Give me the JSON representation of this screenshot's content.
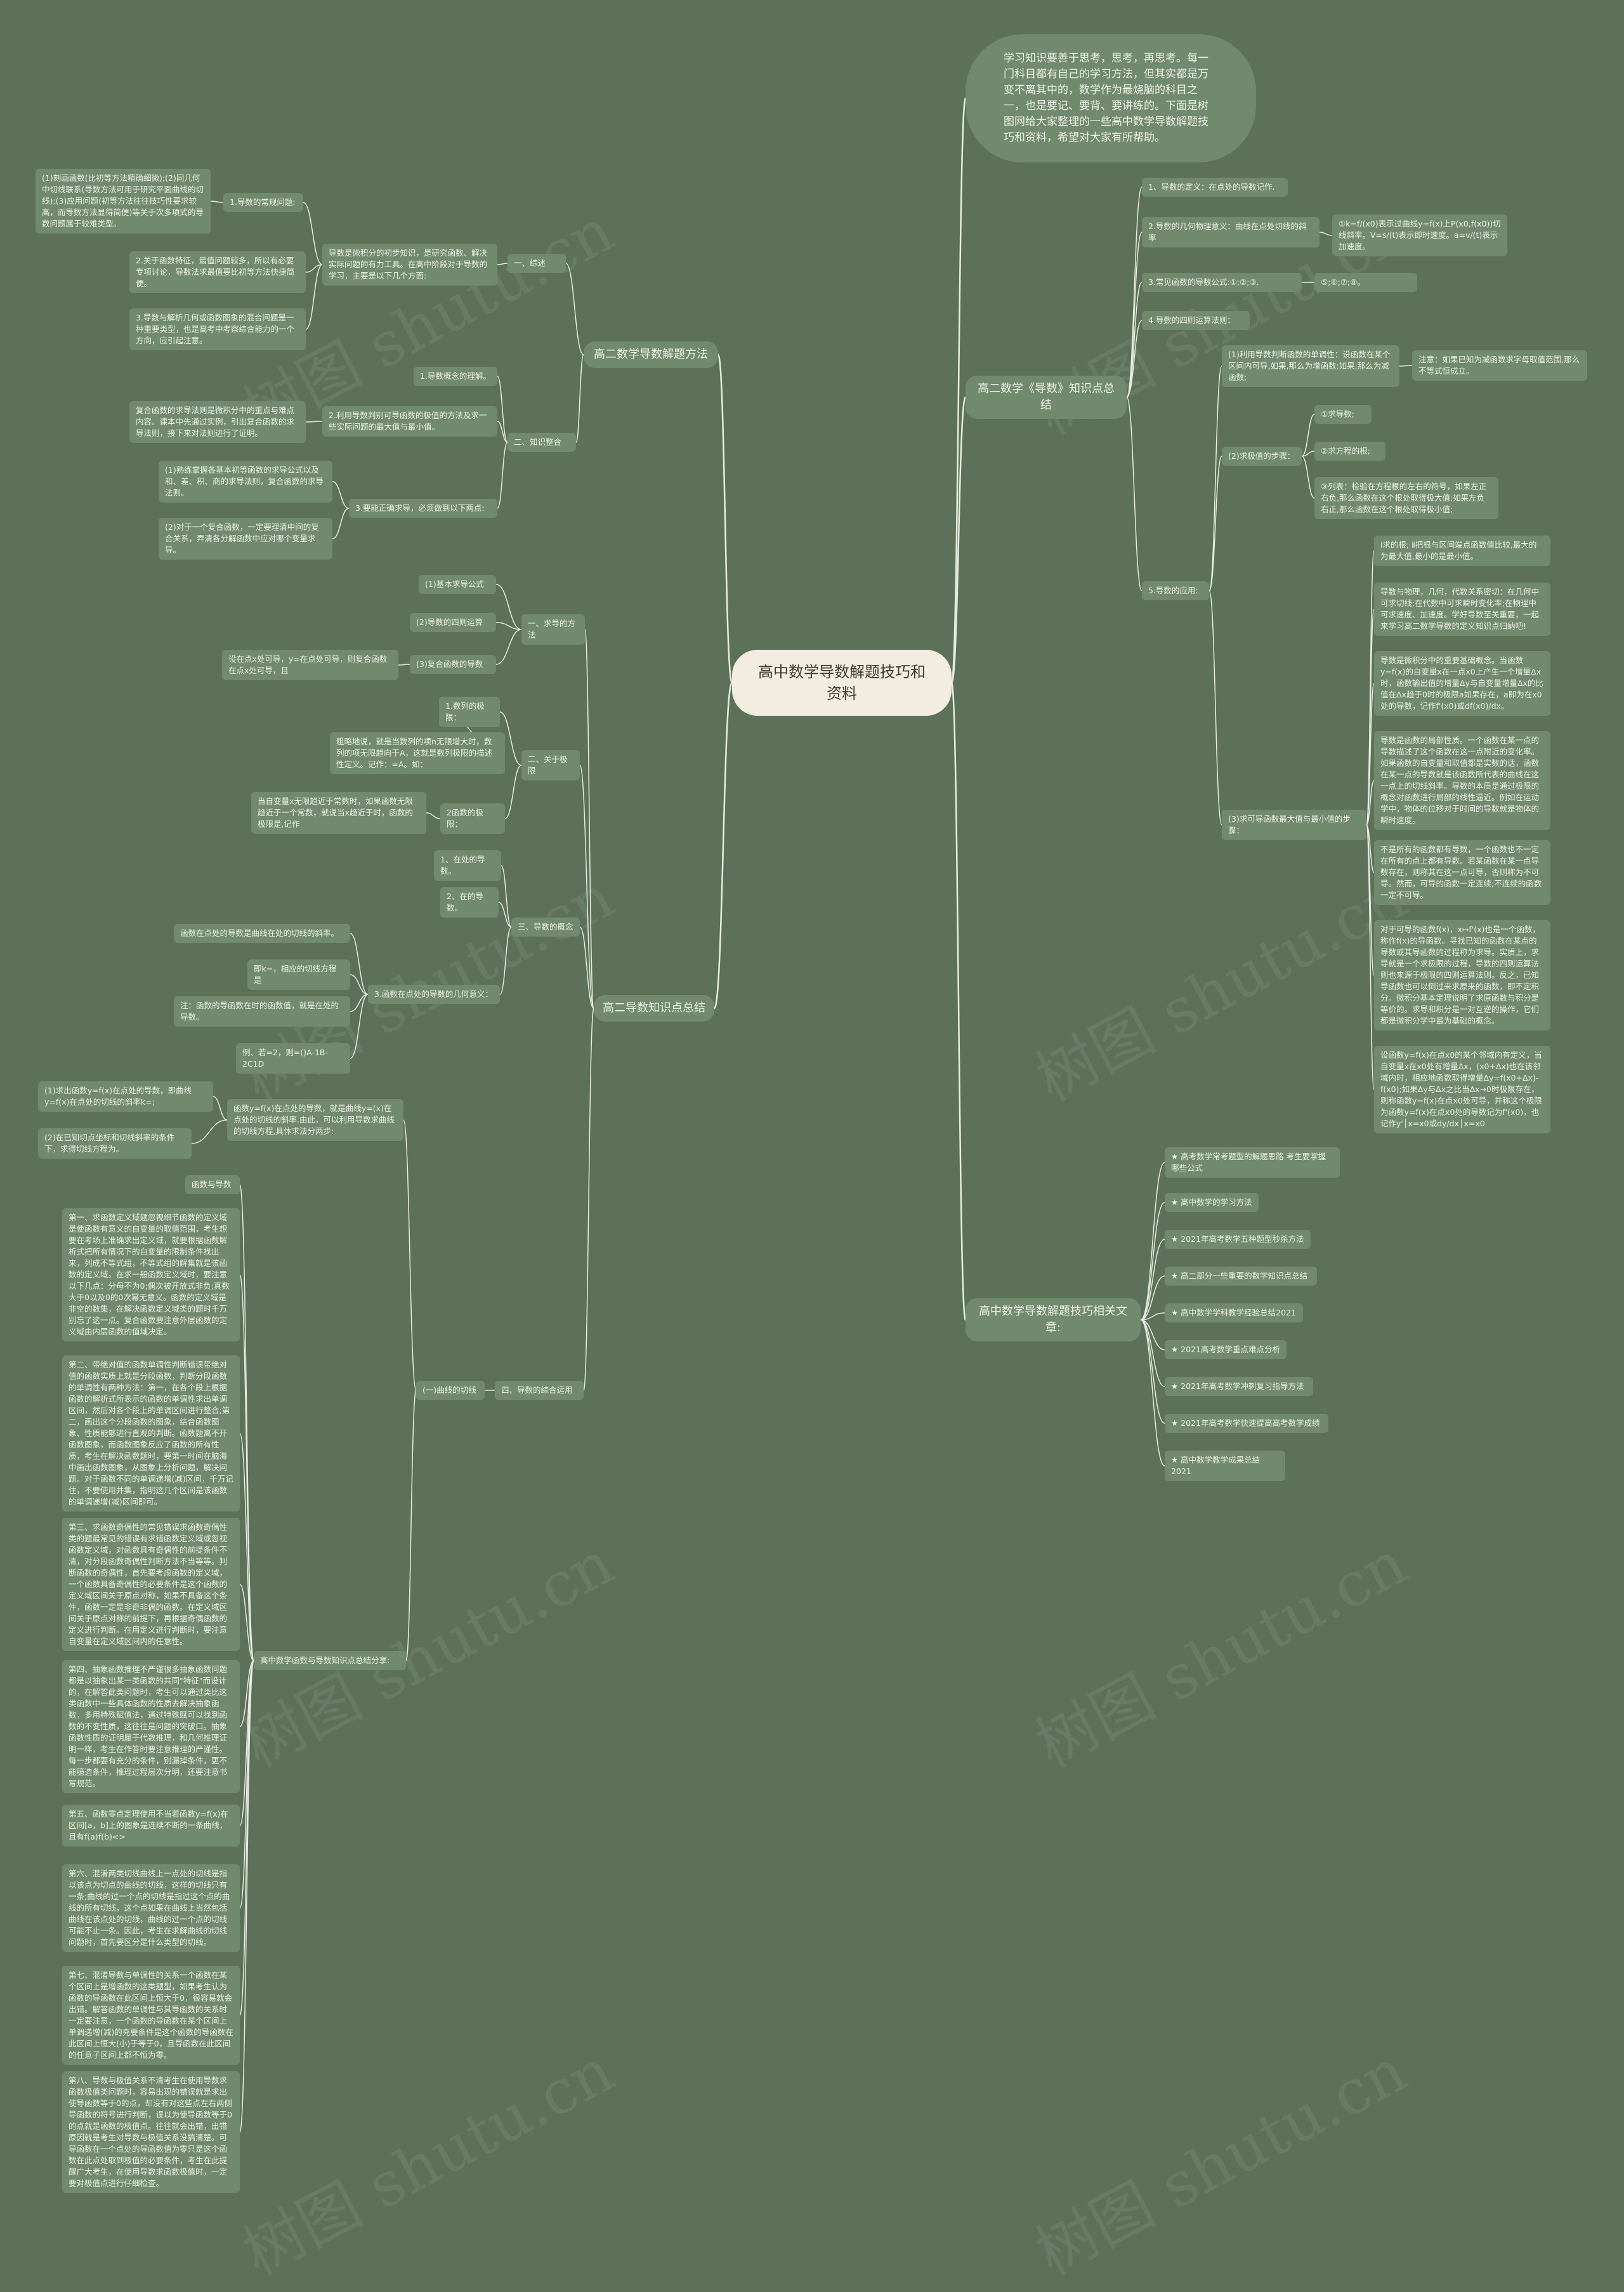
{
  "root": "高中数学导数解题技巧和资料",
  "intro": "学习知识要善于思考，思考，再思考。每一门科目都有自己的学习方法，但其实都是万变不离其中的，数学作为最烧脑的科目之一，也是要记、要背、要讲练的。下面是树图网给大家整理的一些高中数学导数解题技巧和资料，希望对大家有所帮助。",
  "watermark": "树图 shutu.cn",
  "right": {
    "summary": {
      "label": "高二数学《导数》知识点总结",
      "def1": "1、导数的定义：在点处的导数记作.",
      "geo": "2.导数的几何物理意义：曲线在点处切线的斜率",
      "geo_note": "①k=f/(x0)表示过曲线y=f(x)上P(x0,f(x0))切线斜率。V=s/(t)表示即时速度。a=v/(t)表示加速度。",
      "formula": "3.常见函数的导数公式:①;②;③.",
      "formula_note": "⑤;⑥;⑦;⑧。",
      "rules": "4.导数的四则运算法则：",
      "app": "5.导数的应用:",
      "mono": "(1)利用导数判断函数的单调性：设函数在某个区间内可导,如果,那么为增函数;如果,那么为减函数;",
      "mono_note": "注意：如果已知为减函数求字母取值范围,那么不等式恒成立。",
      "extreme": "(2)求极值的步骤：",
      "ext1": "①求导数;",
      "ext2": "②求方程的根;",
      "ext3": "③列表：检验在方程根的左右的符号，如果左正右负,那么函数在这个根处取得极大值;如果左负右正,那么函数在这个根处取得极小值;",
      "maxmin": "(3)求可导函数最大值与最小值的步骤：",
      "mm1": "ⅰ求的根; ⅱ把根与区间端点函数值比较,最大的为最大值,最小的是最小值。",
      "mm2": "导数与物理，几何，代数关系密切：在几何中可求切线;在代数中可求瞬时变化率;在物理中可求速度、加速度。学好导数至关重要，一起来学习高二数学导数的定义知识点归纳吧!",
      "mm3": "导数是微积分中的重要基础概念。当函数y=f(x)的自变量x在一点x0上产生一个增量Δx时，函数输出值的增量Δy与自变量增量Δx的比值在Δx趋于0时的极限a如果存在，a即为在x0处的导数，记作f'(x0)或df(x0)/dx。",
      "mm4": "导数是函数的局部性质。一个函数在某一点的导数描述了这个函数在这一点附近的变化率。如果函数的自变量和取值都是实数的话，函数在某一点的导数就是该函数所代表的曲线在这一点上的切线斜率。导数的本质是通过极限的概念对函数进行局部的线性逼近。例如在运动学中，物体的位移对于时间的导数就是物体的瞬时速度。",
      "mm5": "不是所有的函数都有导数，一个函数也不一定在所有的点上都有导数。若某函数在某一点导数存在，则称其在这一点可导，否则称为不可导。然而，可导的函数一定连续;不连续的函数一定不可导。",
      "mm6": "对于可导的函数f(x)，x↦f'(x)也是一个函数，称作f(x)的导函数。寻找已知的函数在某点的导数或其导函数的过程称为求导。实质上，求导就是一个求极限的过程，导数的四则运算法则也来源于极限的四则运算法则。反之，已知导函数也可以倒过来求原来的函数，即不定积分。微积分基本定理说明了求原函数与积分是等价的。求导和积分是一对互逆的操作，它们都是微积分学中最为基础的概念。",
      "mm7": "设函数y=f(x)在点x0的某个邻域内有定义，当自变量x在x0处有增量Δx，(x0+Δx)也在该邻域内时，相应地函数取得增量Δy=f(x0+Δx)-f(x0);如果Δy与Δx之比当Δx→0时极限存在，则称函数y=f(x)在点x0处可导，并称这个极限为函数y=f(x)在点x0处的导数记为f'(x0)，也记作y'│x=x0或dy/dx│x=x0"
    },
    "related": {
      "label": "高中数学导数解题技巧相关文章:",
      "items": [
        "★ 高考数学常考题型的解题思路 考生要掌握哪些公式",
        "★ 高中数学的学习方法",
        "★ 2021年高考数学五种题型秒杀方法",
        "★ 高二部分一些重要的数学知识点总结",
        "★ 高中数学学科教学经验总结2021",
        "★ 2021高考数学重点难点分析",
        "★ 2021年高考数学冲刺复习指导方法",
        "★ 2021年高考数学快速提高高考数学成绩",
        "★ 高中数学教学成果总结2021"
      ]
    }
  },
  "left": {
    "methods": {
      "label": "高二数学导数解题方法",
      "overview": {
        "label": "一、综述",
        "desc": "导数是微积分的初步知识，是研究函数、解决实际问题的有力工具。在高中阶段对于导数的学习，主要是以下几个方面:",
        "q1": "1.导数的常规问题:",
        "q1_note": "(1)刻画函数(比初等方法精确细微);(2)同几何中切线联系(导数方法可用于研究平面曲线的切线);(3)应用问题(初等方法往往技巧性要求较高，而导数方法显得简便)等关于次多项式的导数问题属于较难类型。",
        "q2": "2.关于函数特征，最值问题较多，所以有必要专项讨论，导数法求最值要比初等方法快捷简便。",
        "q3": "3.导数与解析几何或函数图象的混合问题是一种重要类型，也是高考中考察综合能力的一个方向，应引起注意。"
      },
      "integration": {
        "label": "二、知识整合",
        "k1": "1.导数概念的理解。",
        "k2": "2.利用导数判别可导函数的极值的方法及求一些实际问题的最大值与最小值。",
        "k2_note": "复合函数的求导法则是微积分中的重点与难点内容。课本中先通过实例，引出复合函数的求导法则，接下来对法则进行了证明。",
        "k3": "3.要能正确求导，必须做到以下两点:",
        "k3a": "(1)熟练掌握各基本初等函数的求导公式以及和、差、积、商的求导法则，复合函数的求导法则。",
        "k3b": "(2)对于一个复合函数，一定要理清中间的复合关系，弄清各分解函数中应对哪个变量求导。"
      }
    },
    "knowledge": {
      "label": "高二导数知识点总结",
      "rules": {
        "label": "一、求导的方法",
        "r1": "(1)基本求导公式",
        "r2": "(2)导数的四则运算",
        "r3": "(3)复合函数的导数",
        "r3_note": "设在点x处可导，y=在点处可导，则复合函数在点x处可导，且"
      },
      "limit": {
        "label": "二、关于极限",
        "l1": "1.数列的极限：",
        "l1_note": "粗略地说，就是当数列的项n无限增大时，数列的项无限趋向于A，这就是数列极限的描述性定义。记作：=A。如：",
        "l2": "2函数的极限：",
        "l2_note": "当自变量x无限趋近于常数时，如果函数无限趋近于一个常数，就说当x趋近于时，函数的极限是,记作"
      },
      "concept": {
        "label": "三、导数的概念",
        "c1": "1、在处的导数。",
        "c2": "2、在的导数。",
        "c3": "3.函数在点处的导数的几何意义：",
        "c3a": "函数在点处的导数是曲线在处的切线的斜率。",
        "c3b": "即k=，相应的切线方程是",
        "c3c": "注：函数的导函数在时的函数值，就是在处的导数。",
        "c3d": "例、若=2，则=()A-1B-2C1D"
      },
      "application": {
        "label": "四、导数的综合运用",
        "tangent": "(一)曲线的切线",
        "tangent_desc": "函数y=f(x)在点处的导数，就是曲线y=(x)在点处的切线的斜率.由此，可以利用导数求曲线的切线方程,具体求法分两步:",
        "t1": "(1)求出函数y=f(x)在点处的导数，即曲线y=f(x)在点处的切线的斜率k=;",
        "t2": "(2)在已知切点坐标和切线斜率的条件下，求得切线方程为。"
      },
      "summary": {
        "label": "高中数学函数与导数知识点总结分享:",
        "s0": "函数与导数",
        "s1": "第一、求函数定义域题忽视细节函数的定义域是使函数有意义的自变量的取值范围，考生想要在考场上准确求出定义域，就要根据函数解析式把所有情况下的自变量的限制条件找出来，列成不等式组，不等式组的解集就是该函数的定义域。在求一般函数定义域时，要注意以下几点：分母不为0;偶次被开放式非负;真数大于0以及0的0次幂无意义。函数的定义域是非空的数集，在解决函数定义域类的题时千万别忘了这一点。复合函数要注意外层函数的定义域由内层函数的值域决定。",
        "s2": "第二、带绝对值的函数单调性判断错误带绝对值的函数实质上就是分段函数，判断分段函数的单调性有两种方法：第一，在各个段上根据函数的解析式所表示的函数的单调性求出单调区间，然后对各个段上的单调区间进行整合;第二，画出这个分段函数的图象，结合函数图象、性质能够进行直观的判断。函数题离不开函数图象，而函数图象反应了函数的所有性质，考生在解决函数题时，要第一时间在脑海中画出函数图象，从图象上分析问题，解决问题。对于函数不同的单调递增(减)区间，千万记住，不要使用并集，指明这几个区间是该函数的单调递增(减)区间即可。",
        "s3": "第三、求函数奇偶性的常见错误求函数奇偶性类的题最常见的错误有求错函数定义域或忽视函数定义域，对函数具有奇偶性的前提条件不清，对分段函数奇偶性判断方法不当等等。判断函数的奇偶性，首先要考虑函数的定义域，一个函数具备奇偶性的必要条件是这个函数的定义域区间关于原点对称，如果不具备这个条件，函数一定是非奇非偶的函数。在定义域区间关于原点对称的前提下，再根据奇偶函数的定义进行判断。在用定义进行判断时，要注意自变量在定义域区间内的任意性。",
        "s4": "第四、抽象函数推理不严谨很多抽象函数问题都是以抽象出某一类函数的共同\"特征\"而设计的，在解答此类问题时，考生可以通过类比这类函数中一些具体函数的性质去解决抽象函数，多用特殊赋值法，通过特殊赋可以找到函数的不变性质，这往往是问题的突破口。抽象函数性质的证明属于代数推理，和几何推理证明一样，考生在作答时要注意推理的严谨性。每一步都要有充分的条件，别漏掉条件，更不能臆造条件，推理过程层次分明，还要注意书写规范。",
        "s5": "第五、函数零点定理使用不当若函数y=f(x)在区间[a，b]上的图象是连续不断的一条曲线，且有f(a)f(b)<>",
        "s6": "第六、混淆两类切线曲线上一点处的切线是指以该点为切点的曲线的切线，这样的切线只有一条;曲线的过一个点的切线是指过这个点的曲线的所有切线，这个点如果在曲线上当然包括曲线在该点处的切线，曲线的过一个点的切线可能不止一条。因此，考生在求解曲线的切线问题时，首先要区分是什么类型的切线。",
        "s7": "第七、混淆导数与单调性的关系一个函数在某个区间上是增函数的这类题型，如果考生认为函数的导函数在此区间上恒大于0，很容易就会出错。解答函数的单调性与其导函数的关系时一定要注意，一个函数的导函数在某个区间上单调递增(减)的充要条件是这个函数的导函数在此区间上恒大(小)于等于0，且导函数在此区间的任意子区间上都不恒为零。",
        "s8": "第八、导数与极值关系不清考生在使用导数求函数极值类问题时，容易出现的错误就是求出使导函数等于0的点，却没有对这些点左右两侧导函数的符号进行判断，误以为使导函数等于0的点就是函数的极值点。往往就会出错，出错原因就是考生对导数与极值关系没搞清楚。可导函数在一个点处的导函数值为零只是这个函数在此点处取到极值的必要条件，考生在此提醒广大考生，在使用导数求函数极值时，一定要对极值点进行仔细检查。"
      }
    }
  }
}
